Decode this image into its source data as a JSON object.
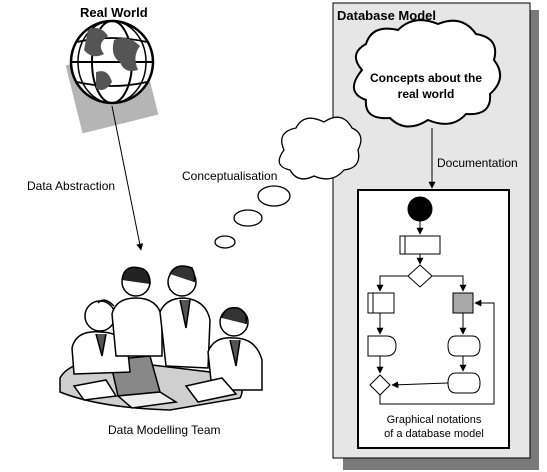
{
  "real_world": {
    "title": "Real World"
  },
  "database_model": {
    "title": "Database Model",
    "cloud_text": "Concepts about the real world",
    "notation_caption_line1": "Graphical notations",
    "notation_caption_line2": "of a database model"
  },
  "arrows": {
    "abstraction": "Data Abstraction",
    "conceptualisation": "Conceptualisation",
    "documentation": "Documentation"
  },
  "team": {
    "label": "Data Modelling Team"
  },
  "colors": {
    "panel_bg": "#e6e6e6",
    "panel_shadow": "#7a7a7a",
    "shape_gray": "#a8a8a8"
  },
  "icons": [
    "globe-icon",
    "team-illustration-icon",
    "thought-cloud-icon",
    "flowchart-icon"
  ]
}
